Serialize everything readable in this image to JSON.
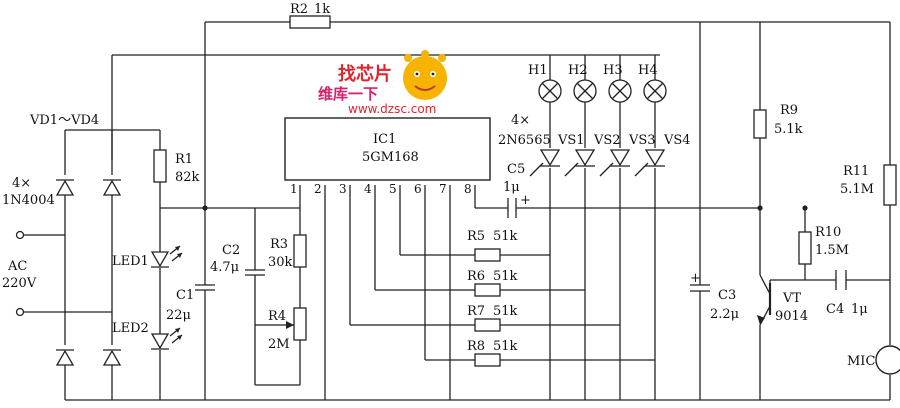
{
  "watermark": {
    "logo_text": "找芯片",
    "slogan": "维库一下",
    "url": "www.dzsc.com"
  },
  "labels": {
    "vd_group": "VD1～VD4",
    "vd_count": "4×",
    "vd_part": "1N4004",
    "ac": "AC",
    "ac_volt": "220V",
    "r1": "R1",
    "r1_val": "82k",
    "r2": "R2",
    "r2_val": "1k",
    "led1": "LED1",
    "led2": "LED2",
    "c1": "C1",
    "c1_val": "22μ",
    "c2": "C2",
    "c2_val": "4.7μ",
    "r3": "R3",
    "r3_val": "30k",
    "r4": "R4",
    "r4_val": "2M",
    "ic1": "IC1",
    "ic1_part": "5GM168",
    "pins": [
      "1",
      "2",
      "3",
      "4",
      "5",
      "6",
      "7",
      "8"
    ],
    "vs_count": "4×",
    "vs_part": "2N6565",
    "vs1": "VS1",
    "vs2": "VS2",
    "vs3": "VS3",
    "vs4": "VS4",
    "h1": "H1",
    "h2": "H2",
    "h3": "H3",
    "h4": "H4",
    "c5": "C5",
    "c5_val": "1μ",
    "plus": "+",
    "r5": "R5",
    "r5_val": "51k",
    "r6": "R6",
    "r6_val": "51k",
    "r7": "R7",
    "r7_val": "51k",
    "r8": "R8",
    "r8_val": "51k",
    "c3": "C3",
    "c3_val": "2.2μ",
    "r9": "R9",
    "r9_val": "5.1k",
    "r10": "R10",
    "r10_val": "1.5M",
    "r11": "R11",
    "r11_val": "5.1M",
    "vt": "VT",
    "vt_part": "9014",
    "c4": "C4",
    "c4_val": "1μ",
    "mic": "MIC"
  }
}
